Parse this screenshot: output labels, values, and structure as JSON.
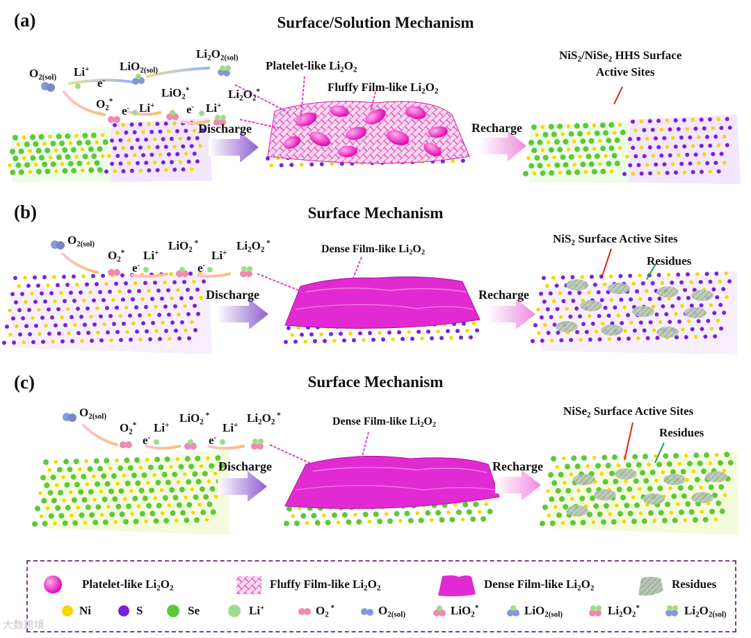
{
  "panels": [
    {
      "letter": "(a)",
      "title": "Surface/Solution Mechanism",
      "species": {
        "o2_sol": "O",
        "o2_sol_sub": "2(sol)",
        "li1": "Li",
        "li1_sup": "+",
        "e1": "e",
        "e1_sup": "-",
        "lio2_sol": "LiO",
        "lio2_sol_sub": "2(sol)",
        "li2o2_sol": "Li",
        "li2o2_sol_sub1": "2",
        "li2o2_sol_mid": "O",
        "li2o2_sol_sub2": "2(sol)",
        "o2_ads": "O",
        "o2_ads_sub": "2",
        "o2_ads_sup": "*",
        "e2": "e",
        "e2_sup": "-",
        "li2": "Li",
        "li2_sup": "+",
        "lio2_ads": "LiO",
        "lio2_ads_sub": "2",
        "lio2_ads_sup": "*",
        "e3": "e",
        "e3_sup": "-",
        "li3": "Li",
        "li3_sup": "+",
        "li2o2_ads": "Li",
        "li2o2_ads_sub1": "2",
        "li2o2_ads_mid": "O",
        "li2o2_ads_sub2": "2",
        "li2o2_ads_sup": "*"
      },
      "product_labels": {
        "platelet": "Platelet-like Li",
        "platelet_sub1": "2",
        "platelet_mid": "O",
        "platelet_sub2": "2",
        "fluffy": "Fluffy Film-like Li",
        "fluffy_sub1": "2",
        "fluffy_mid": "O",
        "fluffy_sub2": "2"
      },
      "discharge": "Discharge",
      "recharge": "Recharge",
      "sites_line1": "NiS",
      "sites_sub1": "2",
      "sites_mid": "/NiSe",
      "sites_sub2": "2",
      "sites_rest": " HHS Surface",
      "sites_line2": "Active Sites"
    },
    {
      "letter": "(b)",
      "title": "Surface Mechanism",
      "species": {
        "o2_sol": "O",
        "o2_sol_sub": "2(sol)",
        "o2_ads": "O",
        "o2_ads_sub": "2",
        "o2_ads_sup": "*",
        "e1": "e",
        "e1_sup": "-",
        "li1": "Li",
        "li1_sup": "+",
        "lio2_ads": "LiO",
        "lio2_ads_sub": "2",
        "lio2_ads_sup": " *",
        "e2": "e",
        "e2_sup": "-",
        "li2": "Li",
        "li2_sup": "+",
        "li2o2_ads": "Li",
        "li2o2_ads_sub1": "2",
        "li2o2_ads_mid": "O",
        "li2o2_ads_sub2": "2",
        "li2o2_ads_sup": " *"
      },
      "product": "Dense Film-like Li",
      "product_sub1": "2",
      "product_mid": "O",
      "product_sub2": "2",
      "discharge": "Discharge",
      "recharge": "Recharge",
      "sites": "NiS",
      "sites_sub": "2",
      "sites_rest": " Surface Active Sites",
      "residues": "Residues"
    },
    {
      "letter": "(c)",
      "title": "Surface Mechanism",
      "species": {
        "o2_sol": "O",
        "o2_sol_sub": "2(sol)",
        "o2_ads": "O",
        "o2_ads_sub": "2",
        "o2_ads_sup": "*",
        "e1": "e",
        "e1_sup": "-",
        "li1": "Li",
        "li1_sup": "+",
        "lio2_ads": "LiO",
        "lio2_ads_sub": "2",
        "lio2_ads_sup": " *",
        "e2": "e",
        "e2_sup": "-",
        "li2": "Li",
        "li2_sup": "+",
        "li2o2_ads": "Li",
        "li2o2_ads_sub1": "2",
        "li2o2_ads_mid": "O",
        "li2o2_ads_sub2": "2",
        "li2o2_ads_sup": " *"
      },
      "product": "Dense Film-like Li",
      "product_sub1": "2",
      "product_mid": "O",
      "product_sub2": "2",
      "discharge": "Discharge",
      "recharge": "Recharge",
      "sites": "NiSe",
      "sites_sub": "2",
      "sites_rest": " Surface Active Sites",
      "residues": "Residues"
    }
  ],
  "legend": {
    "row1": [
      {
        "text": "Platelet-like Li",
        "sub1": "2",
        "mid": "O",
        "sub2": "2"
      },
      {
        "text": "Fluffy Film-like Li",
        "sub1": "2",
        "mid": "O",
        "sub2": "2"
      },
      {
        "text": "Dense Film-like Li",
        "sub1": "2",
        "mid": "O",
        "sub2": "2"
      },
      {
        "text": "Residues"
      }
    ],
    "row2": [
      {
        "text": "Ni"
      },
      {
        "text": "S"
      },
      {
        "text": "Se"
      },
      {
        "text": "Li",
        "sup": "+"
      },
      {
        "text": "O",
        "sub": "2",
        "sup": " *"
      },
      {
        "text": "O",
        "sub": "2(sol)"
      },
      {
        "text": "LiO",
        "sub": "2",
        "sup": "*"
      },
      {
        "text": "LiO",
        "sub": "2(sol)"
      },
      {
        "text": "Li",
        "sub1": "2",
        "mid": "O",
        "sub2": "2",
        "sup": "*"
      },
      {
        "text": "Li",
        "sub1": "2",
        "mid": "O",
        "sub2": "2(sol)"
      }
    ]
  },
  "watermark": "大数跨境",
  "colors": {
    "ni": "#f5d800",
    "s": "#7a22d6",
    "se": "#5cc83a",
    "li": "#9fdc8a",
    "o2": "#f08ab0",
    "sol": "#8a96d8",
    "li2o2": "#ff30c8",
    "film": "#e22ad2",
    "residue": "#a9b8a8",
    "arrow": "#a67ad4",
    "recharge_arrow": "#f0a0e0",
    "legend_border": "#7a3c8c",
    "red_line": "#e02020",
    "green_line": "#1a9c5a"
  }
}
